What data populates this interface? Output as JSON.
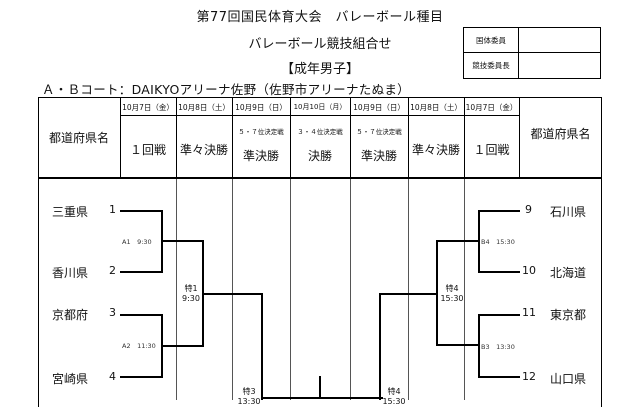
{
  "header": {
    "title": "第77回国民体育大会　バレーボール種目",
    "subtitle": "バレーボール競技組合せ",
    "category": "【成年男子】",
    "venue": "Ａ・Ｂコート：DAIKYOアリーナ佐野（佐野市アリーナたぬま）"
  },
  "officials": {
    "rows": [
      {
        "label": "国体委員",
        "value": ""
      },
      {
        "label": "競技委員長",
        "value": ""
      }
    ]
  },
  "table": {
    "pref_header_left": "都道府県名",
    "pref_header_right": "都道府県名",
    "columns": [
      {
        "date": "10月7日（金）",
        "round": "１回戦",
        "note": ""
      },
      {
        "date": "10月8日（土）",
        "round": "準々決勝",
        "note": ""
      },
      {
        "date": "10月9日（日）",
        "round": "準決勝",
        "note": "５・７位決定戦"
      },
      {
        "date": "10月10日（月）",
        "round": "決勝",
        "note": "３・４位決定戦"
      },
      {
        "date": "10月9日（日）",
        "round": "準決勝",
        "note": "５・７位決定戦"
      },
      {
        "date": "10月8日（土）",
        "round": "準々決勝",
        "note": ""
      },
      {
        "date": "10月7日（金）",
        "round": "１回戦",
        "note": ""
      }
    ]
  },
  "bracket": {
    "left_teams": [
      {
        "seed": "1",
        "name": "三重県"
      },
      {
        "seed": "2",
        "name": "香川県"
      },
      {
        "seed": "3",
        "name": "京都府"
      },
      {
        "seed": "4",
        "name": "宮崎県"
      }
    ],
    "right_teams": [
      {
        "seed": "9",
        "name": "石川県"
      },
      {
        "seed": "10",
        "name": "北海道"
      },
      {
        "seed": "11",
        "name": "東京都"
      },
      {
        "seed": "12",
        "name": "山口県"
      }
    ],
    "matches": {
      "a1": "A1　9:30",
      "a2": "A2　11:30",
      "b4": "B4　15:30",
      "b3": "B3　13:30",
      "toku1_label": "特1",
      "toku1_time": "9:30",
      "toku4_label": "特4",
      "toku4_time": "15:30",
      "toku3_label": "特3",
      "toku3_time": "13:30",
      "toku4b_label": "特4",
      "toku4b_time": "15:30"
    }
  }
}
